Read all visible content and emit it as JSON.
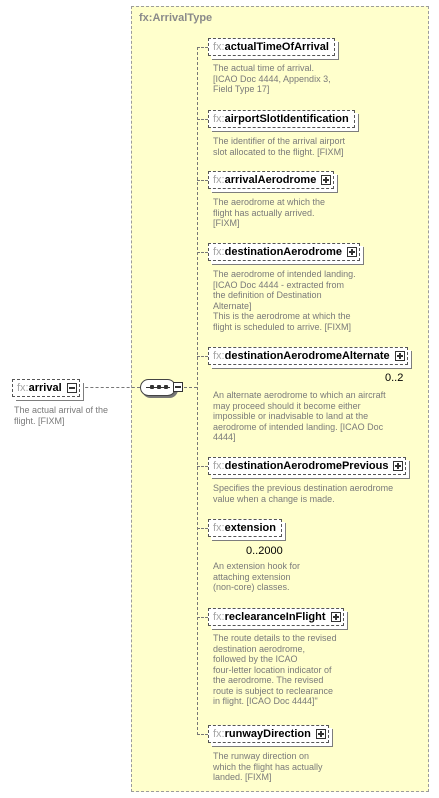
{
  "type": {
    "name": "fx:ArrivalType"
  },
  "root": {
    "prefix": "fx:",
    "name": "arrival",
    "doc": "The actual arrival of the\nflight. [FIXM]"
  },
  "elements": [
    {
      "prefix": "fx:",
      "name": "actualTimeOfArrival",
      "doc": "The actual time of arrival.\n[ICAO Doc 4444, Appendix 3,\nField Type 17]"
    },
    {
      "prefix": "fx:",
      "name": "airportSlotIdentification",
      "doc": "The identifier of the arrival airport\nslot allocated to the flight. [FIXM]"
    },
    {
      "prefix": "fx:",
      "name": "arrivalAerodrome",
      "doc": "The aerodrome at which the\nflight has actually arrived.\n[FIXM]"
    },
    {
      "prefix": "fx:",
      "name": "destinationAerodrome",
      "doc": "The aerodrome of intended landing.\n[ICAO Doc 4444 - extracted from\nthe definition of Destination\nAlternate]\nThis is the aerodrome at which the\nflight is scheduled to arrive. [FIXM]"
    },
    {
      "prefix": "fx:",
      "name": "destinationAerodromeAlternate",
      "occurs": "0..2",
      "doc": "An alternate aerodrome to which an aircraft\nmay proceed should it become either\nimpossible or inadvisable to land at the\naerodrome of intended landing. [ICAO Doc\n4444]"
    },
    {
      "prefix": "fx:",
      "name": "destinationAerodromePrevious",
      "doc": "Specifies the previous destination aerodrome\nvalue when a change is made."
    },
    {
      "prefix": "fx:",
      "name": "extension",
      "occurs": "0..2000",
      "doc": "An extension hook for\nattaching extension\n(non-core) classes."
    },
    {
      "prefix": "fx:",
      "name": "reclearanceInFlight",
      "doc": "The route details to the revised\ndestination aerodrome,\nfollowed by the ICAO\nfour-letter location indicator of\nthe aerodrome. The revised\nroute is subject to reclearance\nin flight. [ICAO Doc 4444]\""
    },
    {
      "prefix": "fx:",
      "name": "runwayDirection",
      "doc": "The runway direction on\nwhich the flight has actually\nlanded. [FIXM]"
    }
  ]
}
